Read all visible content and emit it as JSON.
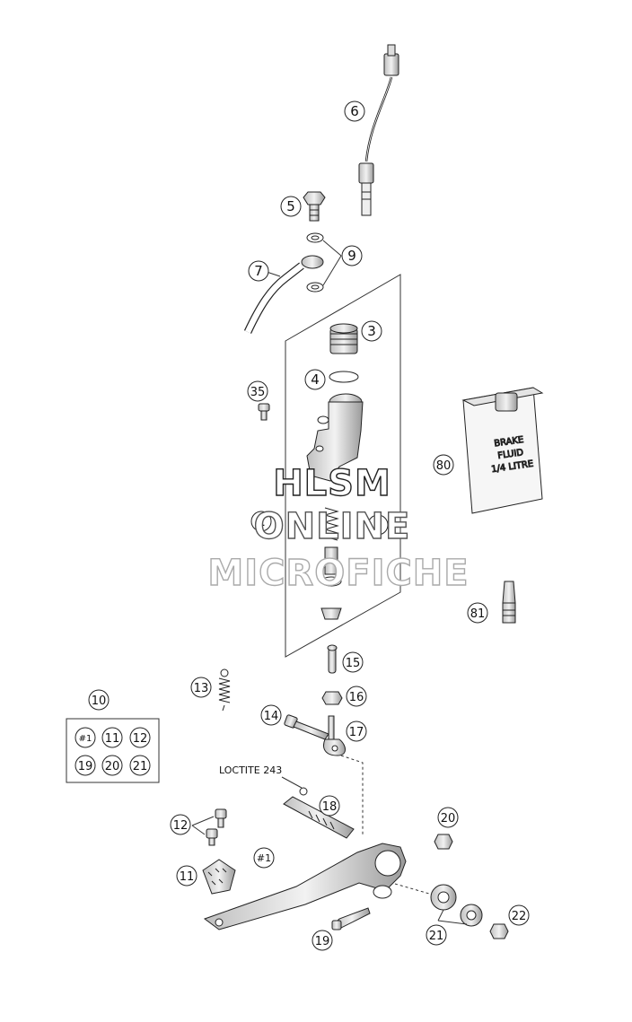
{
  "watermark": {
    "line1": "HLSM",
    "line2": "ONLINE",
    "line3": "MICROFICHE"
  },
  "note_loctite": "LOCTITE 243",
  "bottle_text": [
    "BRAKE",
    "FLUID",
    "1/4 LITRE"
  ],
  "callouts": {
    "c6": "6",
    "c5": "5",
    "c9": "9",
    "c7": "7",
    "c3": "3",
    "c4": "4",
    "c35": "35",
    "c80": "80",
    "c1": "1",
    "c2": "2",
    "c81": "81",
    "c15": "15",
    "c13": "13",
    "c16": "16",
    "c10": "10",
    "c14": "14",
    "c17": "17",
    "c18": "18",
    "c20": "20",
    "c12": "12",
    "c11": "11",
    "c1b": "#1",
    "c22": "22",
    "c21": "21",
    "c19": "19"
  },
  "kit_grid": [
    "#1",
    "11",
    "12",
    "19",
    "20",
    "21"
  ]
}
